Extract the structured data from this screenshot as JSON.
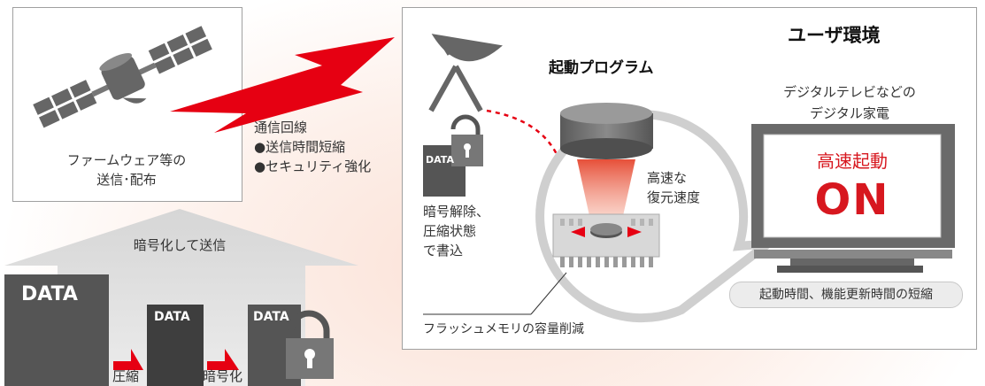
{
  "satellite": {
    "caption_line1": "ファームウェア等の",
    "caption_line2": "送信･配布"
  },
  "communication": {
    "title": "通信回線",
    "items": [
      "●送信時間短縮",
      "●セキュリティ強化"
    ]
  },
  "sender": {
    "arrow_label": "暗号化して送信",
    "data_label": "DATA",
    "steps": [
      "圧縮",
      "暗号化"
    ]
  },
  "user_env": {
    "title": "ユーザ環境",
    "boot_program": "起動プログラム",
    "decode_lines": [
      "暗号解除、",
      "圧縮状態",
      "で書込"
    ],
    "speed_lines": [
      "高速な",
      "復元速度"
    ],
    "flash_caption": "フラッシュメモリの容量削減",
    "tv_caption_line1": "デジタルテレビなどの",
    "tv_caption_line2": "デジタル家電",
    "tv_screen_line1": "高速起動",
    "tv_screen_line2": "ON",
    "footer_pill": "起動時間、機能更新時間の短縮"
  },
  "colors": {
    "accent_red": "#e60012",
    "box_border": "#a0a0a0",
    "dark_gray": "#555555"
  }
}
